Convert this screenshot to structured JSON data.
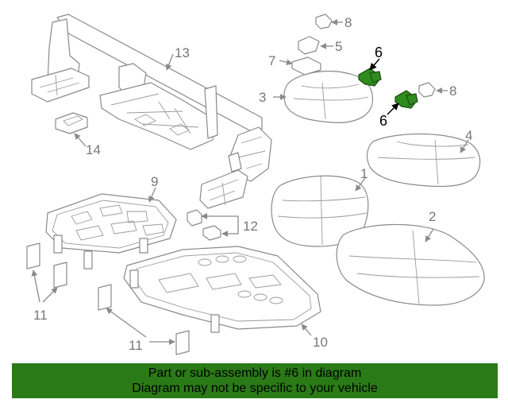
{
  "banner": {
    "line1": "Part or sub-assembly is #6 in diagram",
    "line2": "Diagram may not be specific to your vehicle",
    "background": "#2a7a17"
  },
  "highlight_color": "#2e8b1e",
  "callouts": {
    "c1": "1",
    "c2": "2",
    "c3": "3",
    "c4": "4",
    "c5": "5",
    "c6a": "6",
    "c6b": "6",
    "c7": "7",
    "c8a": "8",
    "c8b": "8",
    "c9": "9",
    "c10": "10",
    "c11a": "11",
    "c11b": "11",
    "c12": "12",
    "c13": "13",
    "c14": "14"
  }
}
